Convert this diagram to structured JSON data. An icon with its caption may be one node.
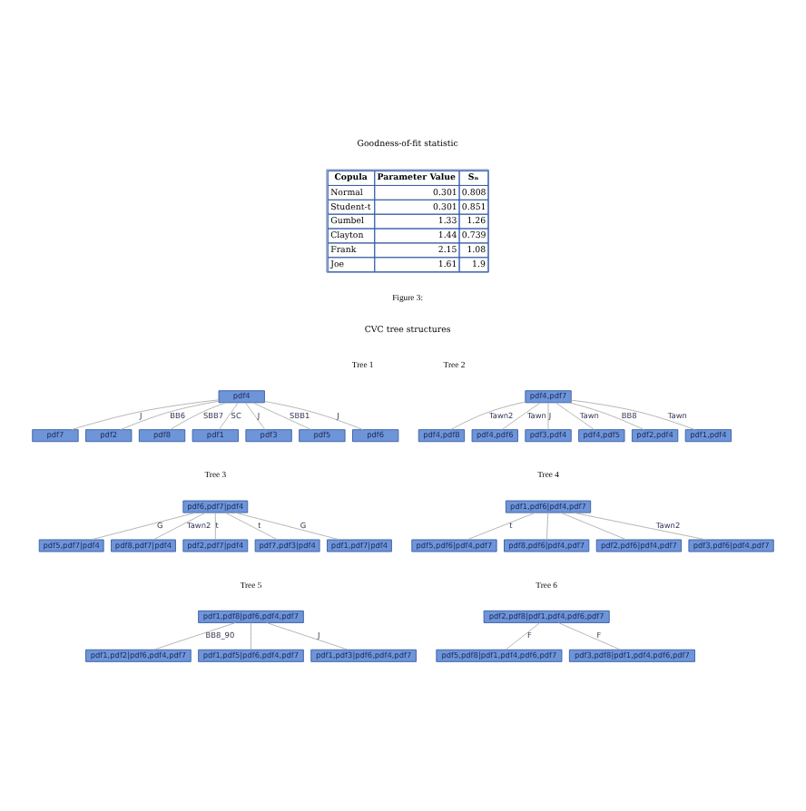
{
  "diagram": {
    "nodes": [
      {
        "text": [
          "pdf7"
        ]
      },
      {
        "text": [
          "pdf2"
        ]
      },
      {
        "text": [
          "pdf8"
        ]
      },
      {
        "text": [
          "pdf4"
        ]
      },
      {
        "text": [
          "pdf1"
        ]
      },
      {
        "text": [
          "pdf3"
        ]
      },
      {
        "text": [
          "pdf5"
        ]
      },
      {
        "text": [
          "pdf6"
        ]
      },
      {
        "text": [
          "pdf4,pdf8"
        ]
      },
      {
        "text": [
          "pdf4,pdf6"
        ]
      },
      {
        "text": [
          "pdf3,pdf4"
        ]
      },
      {
        "text": [
          "pdf4,pdf7"
        ]
      },
      {
        "text": [
          "pdf4,pdf5"
        ]
      },
      {
        "text": [
          "pdf2,pdf4"
        ]
      },
      {
        "text": [
          "pdf1,pdf4"
        ]
      },
      {
        "text": [
          "pdf5,pdf7|pdf4"
        ]
      },
      {
        "text": [
          "pdf8,pdf7|pdf4"
        ]
      },
      {
        "text": [
          "pdf6,pdf7|pdf4"
        ]
      },
      {
        "text": [
          "pdf2,pdf7|pdf4"
        ]
      },
      {
        "text": [
          "pdf7,pdf3|pdf4"
        ]
      },
      {
        "text": [
          "pdf1,pdf7|pdf4"
        ]
      },
      {
        "text": [
          "pdf5,pdf6|pdf4,pdf7"
        ]
      },
      {
        "text": [
          "pdf8,pdf6|pdf4,pdf7"
        ]
      },
      {
        "text": [
          "pdf1,pdf6|pdf4,pdf7"
        ]
      },
      {
        "text": [
          "pdf2,pdf6|pdf4,pdf7"
        ]
      },
      {
        "text": [
          "pdf3,pdf6|pdf4,pdf7"
        ]
      },
      {
        "text": [
          "pdf1,pdf2|pdf6,pdf4,pdf7"
        ]
      },
      {
        "text": [
          "pdf1,pdf5|pdf6,pdf4,pdf7"
        ]
      },
      {
        "text": [
          "pdf1,pdf8|pdf6,pdf4,pdf7"
        ]
      },
      {
        "text": [
          "pdf1,pdf3|pdf6,pdf4,pdf7"
        ]
      },
      {
        "text": [
          "pdf5,pdf8|pdf1,pdf4,pdf6,pdf7"
        ]
      },
      {
        "text": [
          "pdf3,pdf8|pdf1,pdf4,pdf6,pdf7"
        ]
      },
      {
        "text": [
          "pdf2,pdf8|pdf1,pdf4,pdf6,pdf7"
        ]
      }
    ],
    "edges": [
      {
        "from": 3,
        "to": 0,
        "arrow": "none",
        "label": "J"
      },
      {
        "from": 3,
        "to": 1,
        "arrow": "none",
        "label": "BB6"
      },
      {
        "from": 3,
        "to": 2,
        "arrow": "none",
        "label": "SBB7"
      },
      {
        "from": 3,
        "to": 4,
        "arrow": "none",
        "label": "SC"
      },
      {
        "from": 3,
        "to": 5,
        "arrow": "none",
        "label": "J"
      },
      {
        "from": 3,
        "to": 6,
        "arrow": "none",
        "label": "SBB1"
      },
      {
        "from": 3,
        "to": 7,
        "arrow": "none",
        "label": "J"
      },
      {
        "from": 11,
        "to": 8,
        "arrow": "none",
        "label": "Tawn2"
      },
      {
        "from": 11,
        "to": 9,
        "arrow": "none",
        "label": "Tawn"
      },
      {
        "from": 11,
        "to": 10,
        "arrow": "none",
        "label": "J"
      },
      {
        "from": 11,
        "to": 12,
        "arrow": "none",
        "label": "Tawn"
      },
      {
        "from": 11,
        "to": 13,
        "arrow": "none",
        "label": "BB8"
      },
      {
        "from": 11,
        "to": 14,
        "arrow": "none",
        "label": "Tawn"
      },
      {
        "from": 17,
        "to": 15,
        "arrow": "none",
        "label": "G"
      },
      {
        "from": 17,
        "to": 16,
        "arrow": "none",
        "label": "Tawn2"
      },
      {
        "from": 17,
        "to": 18,
        "arrow": "none",
        "label": "t"
      },
      {
        "from": 17,
        "to": 19,
        "arrow": "none",
        "label": "t"
      },
      {
        "from": 17,
        "to": 20,
        "arrow": "none",
        "label": "G"
      },
      {
        "from": 23,
        "to": 21,
        "arrow": "none",
        "label": "t"
      },
      {
        "from": 23,
        "to": 22,
        "arrow": "none"
      },
      {
        "from": 23,
        "to": 24,
        "arrow": "none"
      },
      {
        "from": 23,
        "to": 25,
        "arrow": "none",
        "label": "Tawn2"
      },
      {
        "from": 28,
        "to": 26,
        "arrow": "none",
        "label": "BB8_90"
      },
      {
        "from": 28,
        "to": 27,
        "arrow": "none"
      },
      {
        "from": 28,
        "to": 29,
        "arrow": "none",
        "label": "J"
      },
      {
        "from": 32,
        "to": 30,
        "arrow": "none",
        "label": "F"
      },
      {
        "from": 32,
        "to": 31,
        "arrow": "none",
        "label": "F"
      }
    ],
    "labels": [
      "Goodness-of-fit statistic",
      "Copula",
      "Parameter Value",
      "Sₙ",
      "Normal",
      "0.301",
      "0.808",
      "Student-t",
      "0.301",
      "0.851",
      "Gumbel",
      "1.33",
      "1.26",
      "Clayton",
      "1.44",
      "0.739",
      "Frank",
      "2.15",
      "1.08",
      "Joe",
      "1.61",
      "1.9",
      "Figure 3:",
      "CVC tree structures",
      "Tree 1",
      "Tree 2",
      "Tree 3",
      "Tree 4",
      "Tree 5",
      "Tree 6"
    ]
  }
}
